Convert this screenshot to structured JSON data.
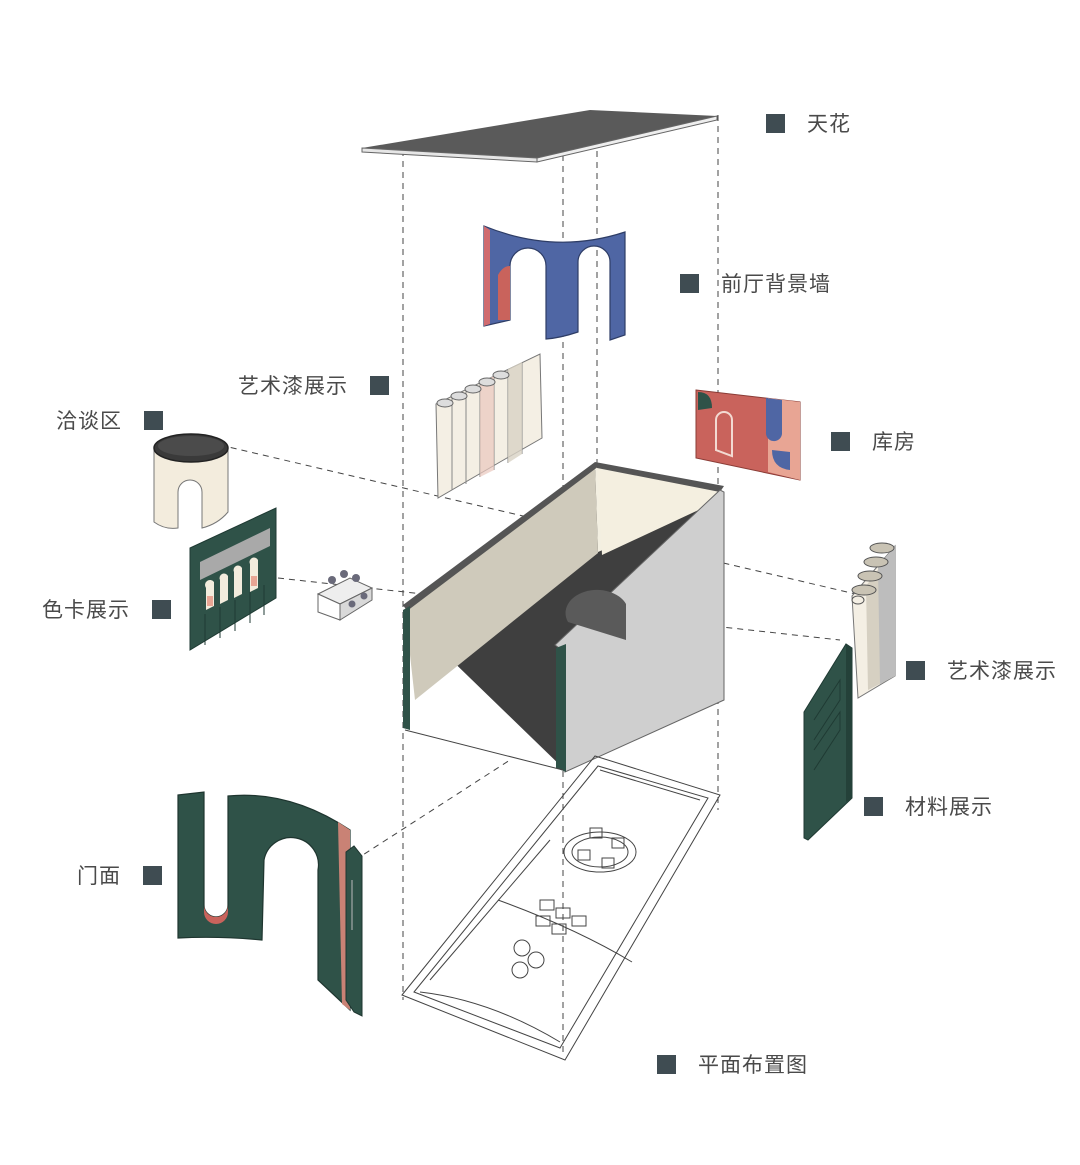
{
  "colors": {
    "marker": "#3f4c52",
    "dark_green": "#2f5248",
    "blue": "#4f66a4",
    "coral": "#c9635c",
    "peach": "#e8a594",
    "cream": "#f2ece0",
    "grey": "#cfcfcf",
    "dark_grey": "#4c4c4c",
    "beige": "#c9c3b4"
  },
  "labels": {
    "ceiling": "天花",
    "front_hall_wall": "前厅背景墙",
    "art_paint_display_top": "艺术漆展示",
    "negotiation_area": "洽谈区",
    "storage_room": "库房",
    "color_card_display": "色卡展示",
    "art_paint_display_right": "艺术漆展示",
    "material_display": "材料展示",
    "door_facade": "门面",
    "floor_plan": "平面布置图"
  }
}
